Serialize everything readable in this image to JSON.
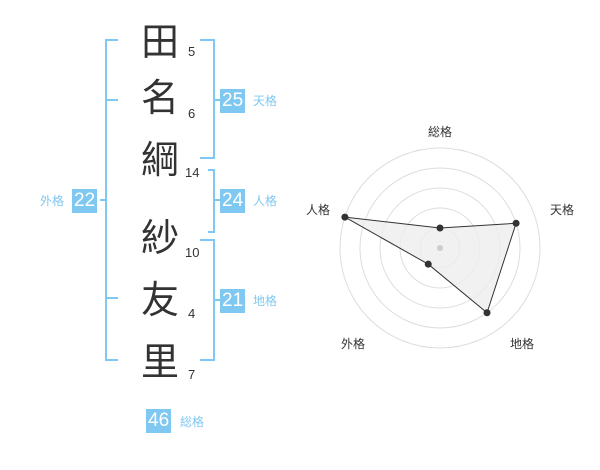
{
  "name": {
    "characters": [
      {
        "char": "田",
        "strokes": "5"
      },
      {
        "char": "名",
        "strokes": "6"
      },
      {
        "char": "綱",
        "strokes": "14"
      },
      {
        "char": "紗",
        "strokes": "10"
      },
      {
        "char": "友",
        "strokes": "4"
      },
      {
        "char": "里",
        "strokes": "7"
      }
    ]
  },
  "fortunes": {
    "tenkaku": {
      "value": "25",
      "label": "天格"
    },
    "jinkaku": {
      "value": "24",
      "label": "人格"
    },
    "chikaku": {
      "value": "21",
      "label": "地格"
    },
    "gaikaku": {
      "value": "22",
      "label": "外格"
    },
    "soukaku": {
      "value": "46",
      "label": "総格"
    }
  },
  "colors": {
    "accent": "#7fc8f2",
    "text": "#333333",
    "grid": "#dddddd",
    "radar_fill": "#eeeeee"
  },
  "chart_data": {
    "type": "radar",
    "axes": [
      "総格",
      "天格",
      "地格",
      "外格",
      "人格"
    ],
    "values": [
      1,
      4,
      4,
      1,
      5
    ],
    "max": 5,
    "rings": 5
  }
}
